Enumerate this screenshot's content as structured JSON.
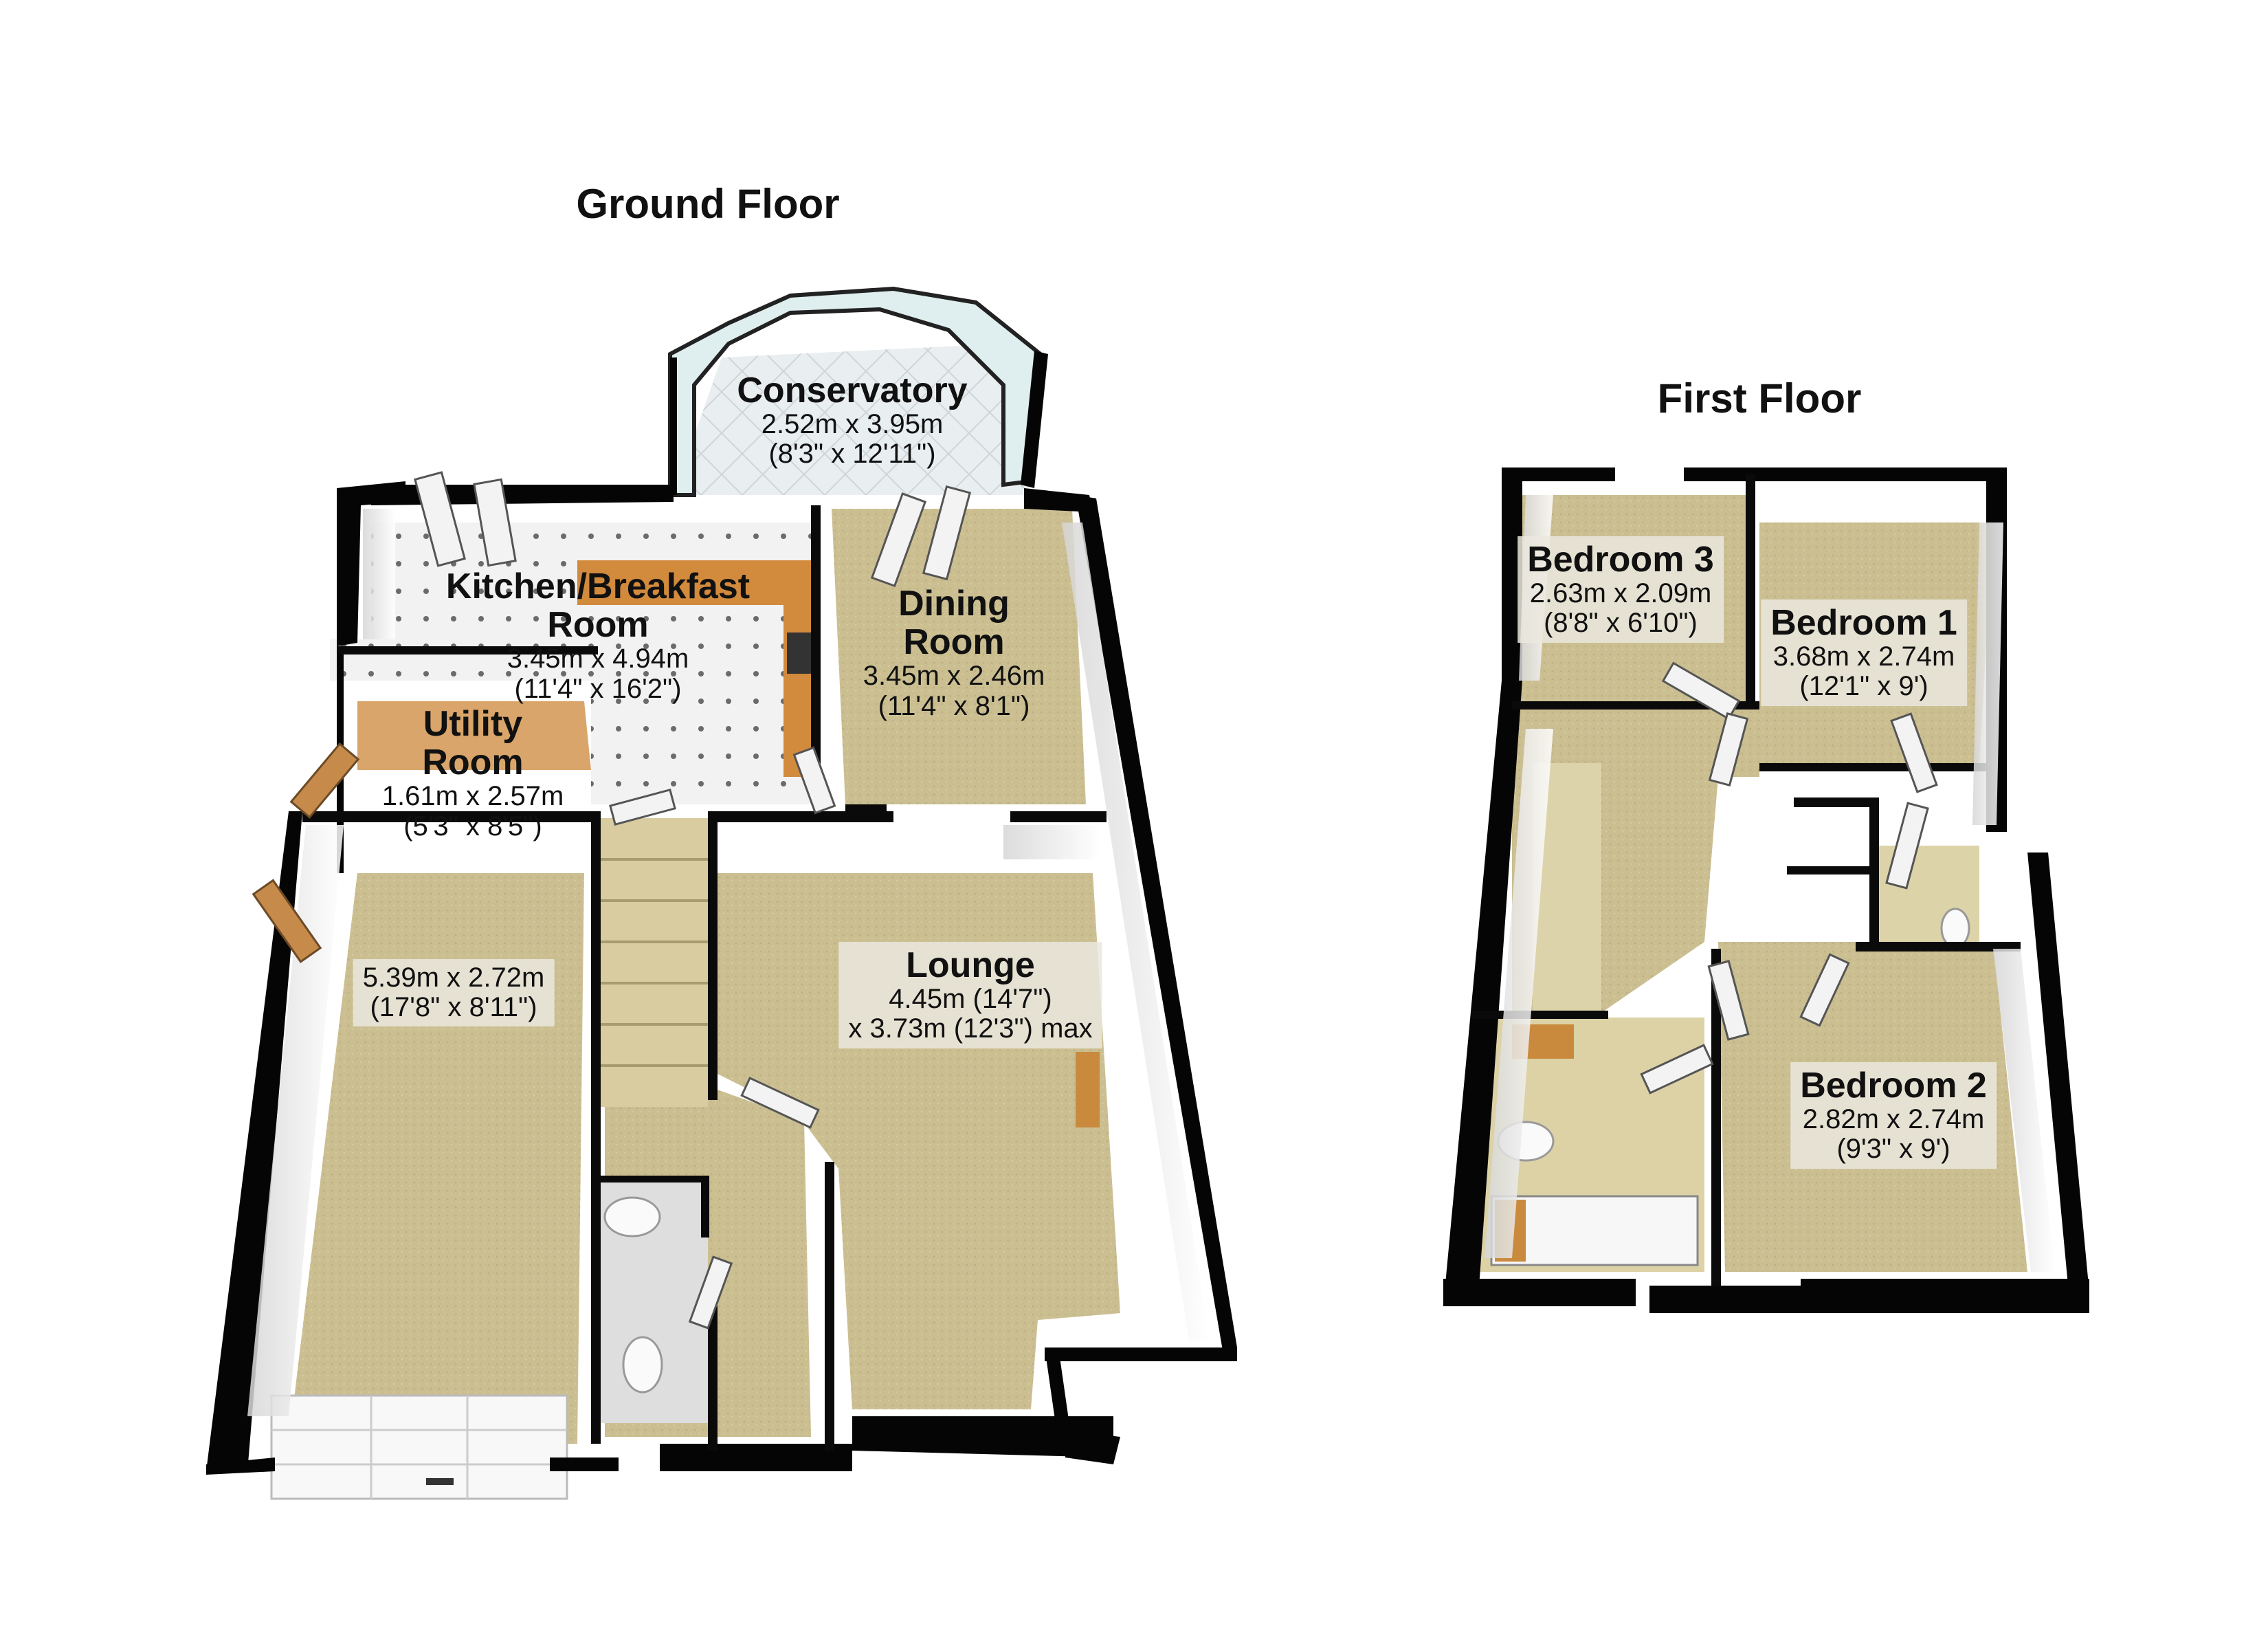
{
  "ground_floor": {
    "title": "Ground Floor",
    "rooms": [
      {
        "id": "conservatory",
        "name": "Conservatory",
        "dims": [
          "2.52m x 3.95m",
          "(8'3\" x 12'11\")"
        ]
      },
      {
        "id": "kitchen",
        "name": "Kitchen/Breakfast Room",
        "name_lines": [
          "Kitchen/Breakfast",
          "Room"
        ],
        "dims": [
          "3.45m x 4.94m",
          "(11'4\" x 16'2\")"
        ]
      },
      {
        "id": "dining",
        "name": "Dining Room",
        "name_lines": [
          "Dining",
          "Room"
        ],
        "dims": [
          "3.45m x 2.46m",
          "(11'4\" x 8'1\")"
        ]
      },
      {
        "id": "utility",
        "name": "Utility Room",
        "name_lines": [
          "Utility",
          "Room"
        ],
        "dims": [
          "1.61m x 2.57m",
          "(5'3\" x 8'5\")"
        ]
      },
      {
        "id": "garage",
        "name": "",
        "dims": [
          "5.39m x 2.72m",
          "(17'8\" x 8'11\")"
        ]
      },
      {
        "id": "lounge",
        "name": "Lounge",
        "dims": [
          "4.45m (14'7\")",
          "x 3.73m (12'3\") max"
        ]
      }
    ]
  },
  "first_floor": {
    "title": "First Floor",
    "rooms": [
      {
        "id": "bedroom3",
        "name": "Bedroom 3",
        "dims": [
          "2.63m x 2.09m",
          "(8'8\" x 6'10\")"
        ]
      },
      {
        "id": "bedroom1",
        "name": "Bedroom 1",
        "dims": [
          "3.68m x 2.74m",
          "(12'1\" x 9')"
        ]
      },
      {
        "id": "bedroom2",
        "name": "Bedroom 2",
        "dims": [
          "2.82m x 2.74m",
          "(9'3\" x 9')"
        ]
      }
    ]
  },
  "colors": {
    "wall": "#050505",
    "carpet": "#c9bc8e",
    "tile": "#eeeeee",
    "worktop": "#d28a3c",
    "wall_inner": "#e4e4e4",
    "glass": "#cfe4e4"
  }
}
